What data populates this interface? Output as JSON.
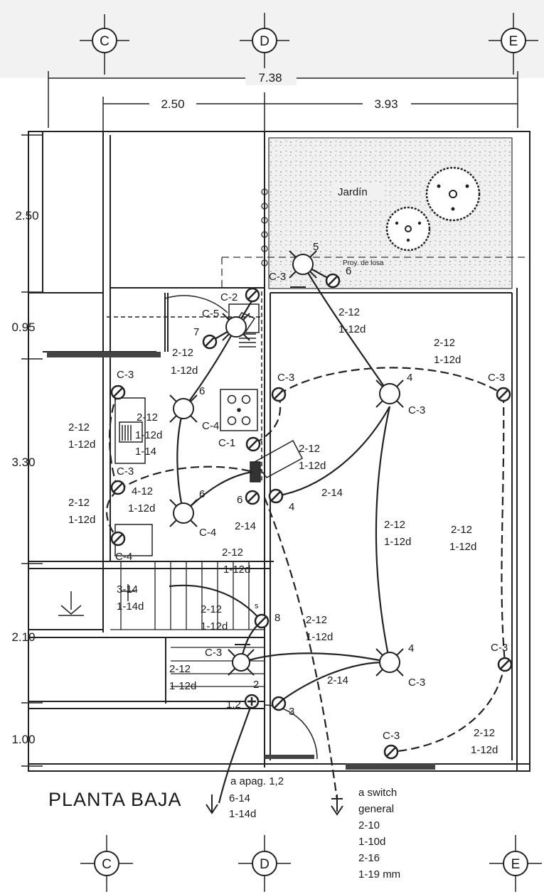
{
  "grid_axes": [
    "C",
    "D",
    "E"
  ],
  "dimensions": {
    "total_width": "7.38",
    "left_width": "2.50",
    "right_width": "3.93",
    "h1": "2.50",
    "h2": "0.95",
    "h3": "3.30",
    "h4": "2.10",
    "h5": "1.00"
  },
  "rooms": {
    "garden": "Jardín",
    "slab_projection": "Proy. de losa"
  },
  "title": "PLANTA BAJA",
  "circuit_labels": {
    "c3": "C-3",
    "c2": "C-2",
    "c5": "C-5",
    "c4": "C-4",
    "c1": "C-1",
    "n2": "2",
    "n3": "3",
    "n4": "4",
    "n5": "5",
    "n6": "6",
    "n7": "7",
    "n8": "8",
    "n12": "1,2"
  },
  "wire_labels": {
    "w212": "2-12",
    "w112d": "1-12d",
    "w214": "2-14",
    "w412": "4-12",
    "w114": "1-14",
    "w314": "3-14",
    "w114d": "1-14d",
    "s": "s"
  },
  "notes": {
    "apag": [
      "a apag. 1,2",
      "6-14",
      "1-14d"
    ],
    "switch": [
      "a switch",
      "general",
      "2-10",
      "1-10d",
      "2-16",
      "1-19 mm"
    ]
  }
}
